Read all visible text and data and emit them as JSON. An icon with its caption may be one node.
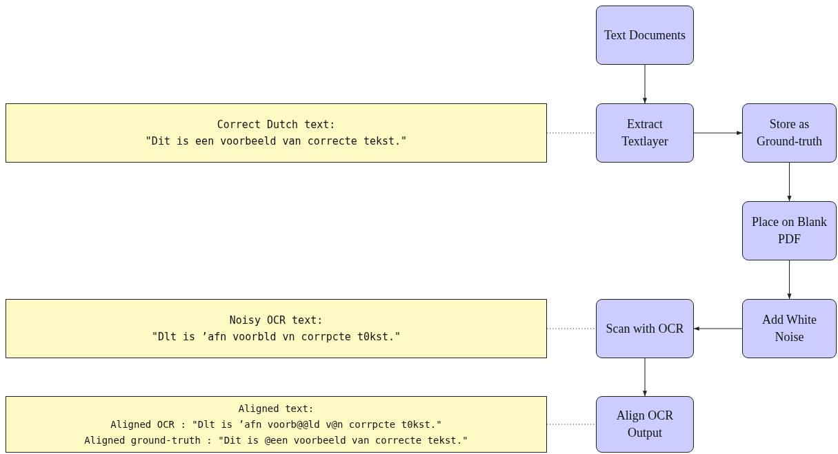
{
  "diagram": {
    "nodes": [
      {
        "text": [
          "Text Documents"
        ]
      },
      {
        "text": [
          "Correct Dutch text:",
          "\"Dit is een voorbeeld van correcte tekst.\""
        ]
      },
      {
        "text": [
          "Extract Textlayer"
        ]
      },
      {
        "text": [
          "Store as Ground-truth"
        ]
      },
      {
        "text": [
          "Place on Blank PDF"
        ]
      },
      {
        "text": [
          "Noisy OCR text:",
          "\"Dlt is ’afn voorbld vn corrpcte t0kst.\""
        ]
      },
      {
        "text": [
          "Scan with OCR"
        ]
      },
      {
        "text": [
          "Add White Noise"
        ]
      },
      {
        "text": [
          "Aligned text:",
          "Aligned OCR : \"Dlt is ’afn voorb@@ld v@n corrpcte t0kst.\"",
          "Aligned ground-truth : \"Dit is @een voorbeeld van correcte tekst.\""
        ]
      },
      {
        "text": [
          "Align OCR Output"
        ]
      }
    ],
    "edges": [
      {
        "from": 0,
        "to": 2,
        "arrow": "to"
      },
      {
        "from": 2,
        "to": 3,
        "arrow": "to"
      },
      {
        "from": 3,
        "to": 4,
        "arrow": "to"
      },
      {
        "from": 4,
        "to": 7,
        "arrow": "to"
      },
      {
        "from": 7,
        "to": 6,
        "arrow": "to"
      },
      {
        "from": 6,
        "to": 9,
        "arrow": "to"
      },
      {
        "from": 1,
        "to": 2,
        "arrow": "none",
        "style": "dashed"
      },
      {
        "from": 5,
        "to": 6,
        "arrow": "none",
        "style": "dashed"
      },
      {
        "from": 8,
        "to": 9,
        "arrow": "none",
        "style": "dashed"
      }
    ]
  }
}
